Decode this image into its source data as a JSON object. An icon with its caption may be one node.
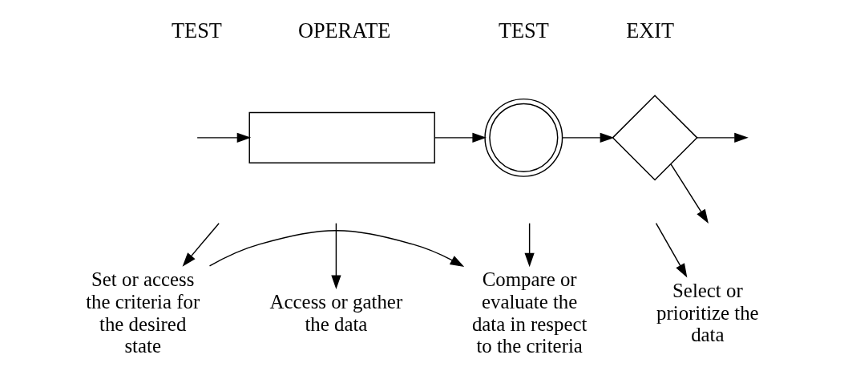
{
  "diagram": {
    "nodes": [
      {
        "text": [],
        "shape": "box"
      },
      {
        "text": [],
        "shape": "circle"
      },
      {
        "text": [],
        "shape": "diamond"
      },
      {
        "text": [
          "Set or access the criteria for the desired state"
        ]
      },
      {
        "text": [
          "Access or gather the data"
        ]
      },
      {
        "text": [
          "Compare or evaluate the data in respect to the criteria"
        ]
      },
      {
        "text": [
          "Select or prioritize the data"
        ]
      }
    ],
    "edges": [
      {
        "from": null,
        "to": 0,
        "arrow": "to"
      },
      {
        "from": 0,
        "to": 1,
        "arrow": "to"
      },
      {
        "from": 1,
        "to": 2,
        "arrow": "to"
      },
      {
        "from": 2,
        "to": null,
        "arrow": "to"
      },
      {
        "from": 2,
        "to": null,
        "arrow": "to"
      },
      {
        "from": 3,
        "to": 5,
        "arrow": "to"
      },
      {
        "from": null,
        "to": 3,
        "arrow": "to"
      },
      {
        "from": null,
        "to": 4,
        "arrow": "to"
      },
      {
        "from": null,
        "to": 5,
        "arrow": "to"
      },
      {
        "from": null,
        "to": 6,
        "arrow": "to"
      }
    ],
    "labels": [
      "TEST",
      "OPERATE",
      "TEST",
      "EXIT"
    ]
  }
}
